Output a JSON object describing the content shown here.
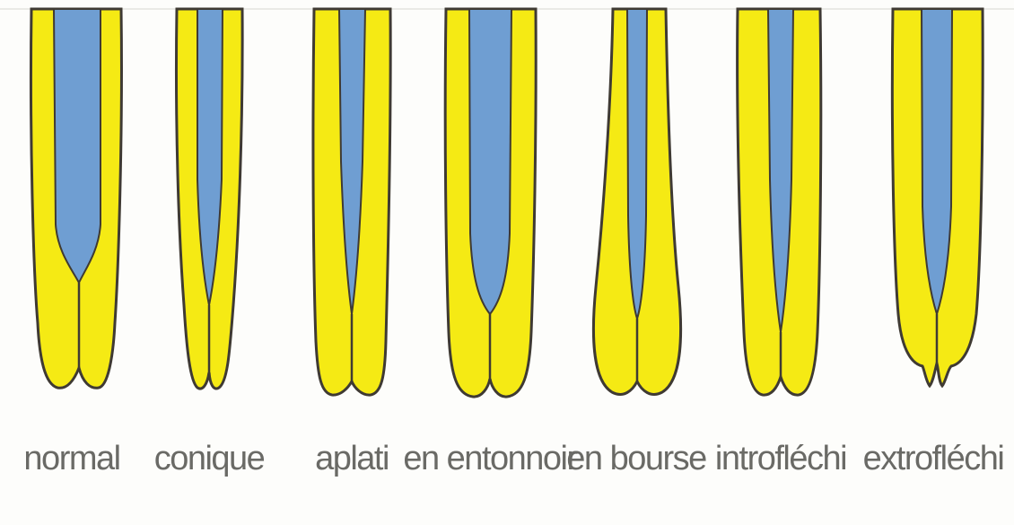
{
  "colors": {
    "background": "#fdfdfb",
    "outer_wall": "#f5ea14",
    "inner_canal": "#6f9ed2",
    "outline": "#3f3a33",
    "label_text": "#6a6a66"
  },
  "shapes": [
    {
      "id": "normal",
      "label": "normal"
    },
    {
      "id": "conique",
      "label": "conique"
    },
    {
      "id": "aplati",
      "label": "aplati"
    },
    {
      "id": "en-entonnoir",
      "label": "en entonnoir"
    },
    {
      "id": "en-bourse",
      "label": "en bourse"
    },
    {
      "id": "introflechi",
      "label": "introfléchi"
    },
    {
      "id": "extroflechi",
      "label": "extrofléchi"
    }
  ]
}
